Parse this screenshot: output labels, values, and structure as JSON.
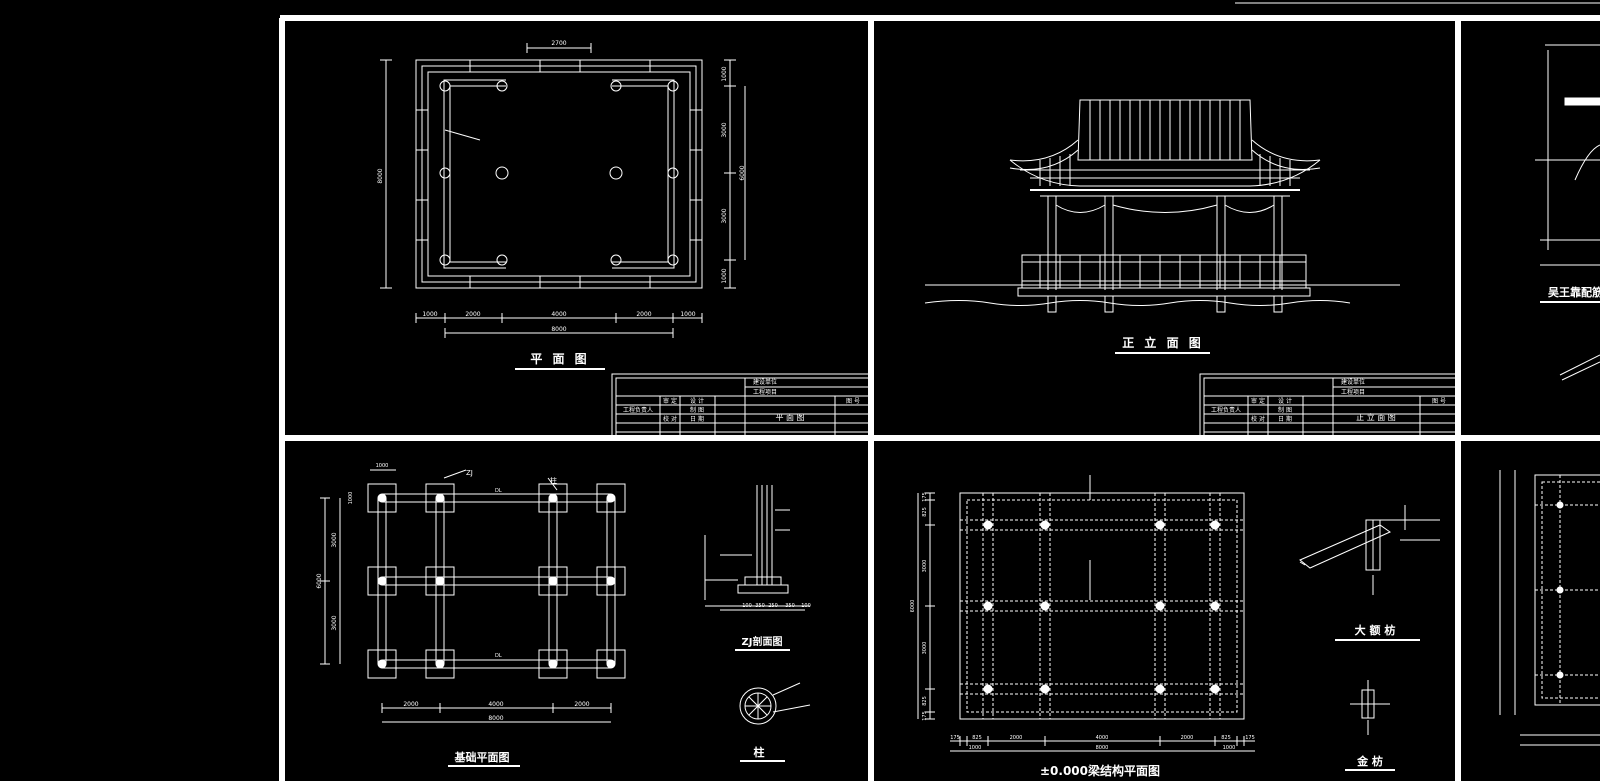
{
  "panels": {
    "plan": {
      "title": "平 面 图",
      "dims_top": [
        "2700"
      ],
      "dims_right": [
        "1000",
        "3000",
        "6000",
        "1000"
      ],
      "dims_right_mid": "3000",
      "dims_left": "8000",
      "dims_bottom": [
        "1000",
        "2000",
        "4000",
        "2000",
        "1000"
      ],
      "dims_bottom_total": "8000",
      "title_block": {
        "cells": [
          "工程负责人",
          "审 定",
          "设 计",
          "制 图",
          "日 期",
          "校 对",
          "工程项目",
          "建设单位",
          "平 面 图",
          "图 号"
        ]
      }
    },
    "elevation": {
      "title": "正 立 面 图",
      "title_block": {
        "cells": [
          "工程负责人",
          "审 定",
          "设 计",
          "制 图",
          "日 期",
          "校 对",
          "工程项目",
          "建设单位",
          "正 立 面 图",
          "图 号"
        ]
      }
    },
    "foundation": {
      "title": "基础平面图",
      "labels": [
        "ZJ",
        "柱",
        "DL",
        "DL",
        "1000",
        "1000"
      ],
      "dims_left": [
        "3000",
        "3000"
      ],
      "dims_left_total": "6000",
      "dims_bottom": [
        "2000",
        "4000",
        "2000"
      ],
      "dims_bottom_total": "8000",
      "section_title": "ZJ剖面图",
      "section_dims": [
        "100",
        "350",
        "250",
        "350",
        "100"
      ],
      "column_title": "柱"
    },
    "beam": {
      "title": "±0.000梁结构平面图",
      "dims_bottom": [
        "175",
        "825",
        "2000",
        "4000",
        "2000",
        "825",
        "175"
      ],
      "dims_bottom_row2": [
        "1000",
        "8000",
        "1000"
      ],
      "dims_left": [
        "175",
        "825",
        "3000",
        "3000",
        "825",
        "175"
      ],
      "dims_left_total": "6000",
      "detail1_title": "大 额 枋",
      "detail2_title": "金 枋"
    },
    "right_partial": {
      "top_label": "吴王靠配筋"
    }
  },
  "colors": {
    "background": "#000000",
    "frame": "#ffffff",
    "lines": "#ffffff"
  }
}
